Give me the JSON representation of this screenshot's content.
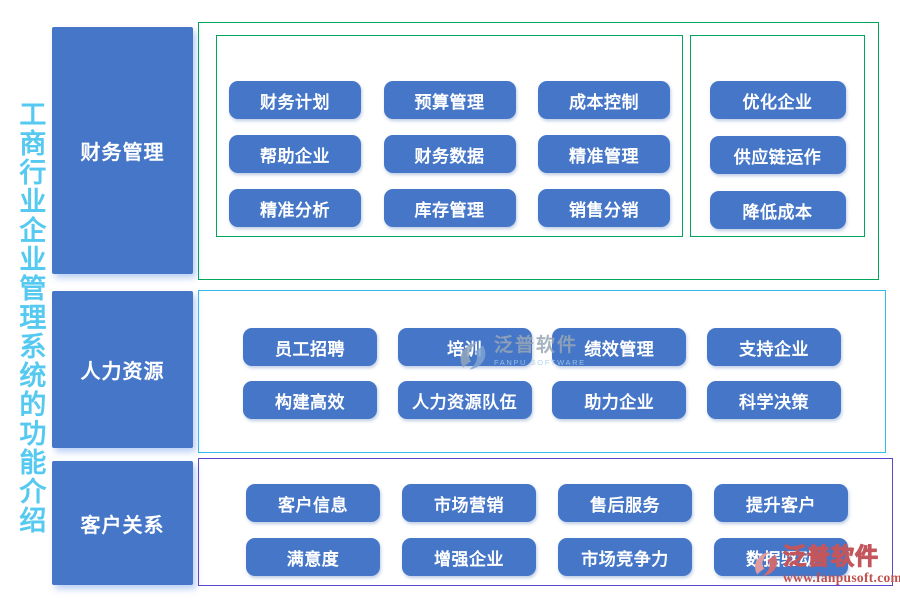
{
  "title": {
    "vertical_text": "工商行业企业管理系统的功能介绍"
  },
  "sections": {
    "finance": {
      "label": "财务管理",
      "border_color": "#00A65C",
      "grid": [
        "财务计划",
        "预算管理",
        "成本控制",
        "帮助企业",
        "财务数据",
        "精准管理",
        "精准分析",
        "库存管理",
        "销售分销"
      ],
      "side": [
        "优化企业",
        "供应链运作",
        "降低成本"
      ]
    },
    "hr": {
      "label": "人力资源",
      "border_color": "#32BBEB",
      "items": [
        "员工招聘",
        "培训",
        "绩效管理",
        "支持企业",
        "构建高效",
        "人力资源队伍",
        "助力企业",
        "科学决策"
      ]
    },
    "crm": {
      "label": "客户关系",
      "border_color": "#5848CC",
      "items": [
        "客户信息",
        "市场营销",
        "售后服务",
        "提升客户",
        "满意度",
        "增强企业",
        "市场竞争力",
        "数据驱动"
      ]
    }
  },
  "watermarks": {
    "center": {
      "brand": "泛普软件",
      "subtitle": "FANPU SOFTWARE"
    },
    "corner": {
      "brand": "泛普软件",
      "url": "www.fanpusoft.com"
    }
  },
  "colors": {
    "chip_blue": "#4576C8",
    "header_blue": "#4576C8",
    "title_cyan": "#55C9F0",
    "finance_border_green": "#00A65C",
    "hr_border_cyan": "#32BBEB",
    "crm_border_purple": "#5848CC",
    "corner_watermark_red": "#C0504D"
  }
}
